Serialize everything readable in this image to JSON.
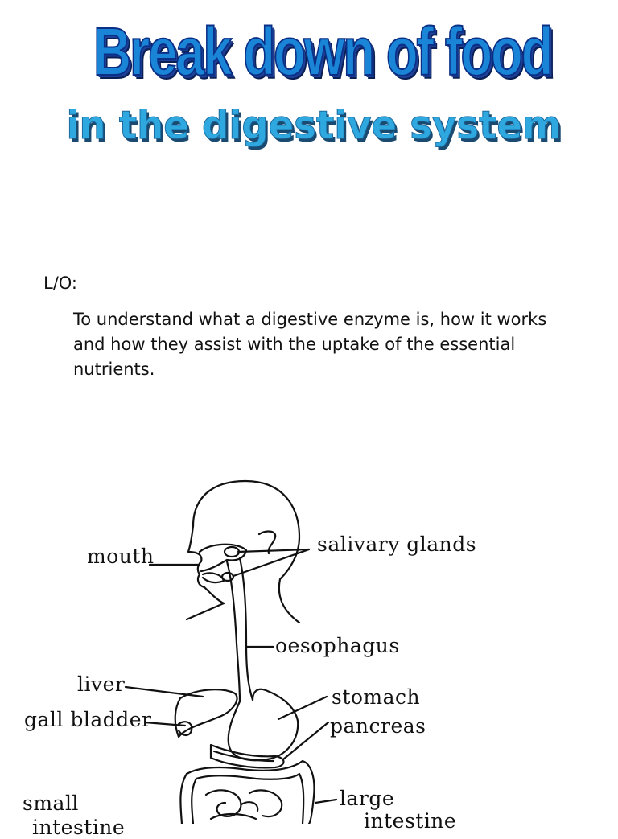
{
  "title": {
    "main": "Break down of food",
    "sub": "in the digestive system"
  },
  "objective": {
    "label": "L/O:",
    "text": "To understand what a digestive enzyme is, how it works and how they assist with the uptake of the essential nutrients."
  },
  "diagram": {
    "labels": {
      "mouth": "mouth",
      "salivary_glands": "salivary glands",
      "oesophagus": "oesophagus",
      "liver": "liver",
      "gall_bladder": "gall bladder",
      "stomach": "stomach",
      "pancreas": "pancreas",
      "small_intestine_line1": "small",
      "small_intestine_line2": "intestine",
      "large_intestine_line1": "large",
      "large_intestine_line2": "intestine"
    }
  }
}
